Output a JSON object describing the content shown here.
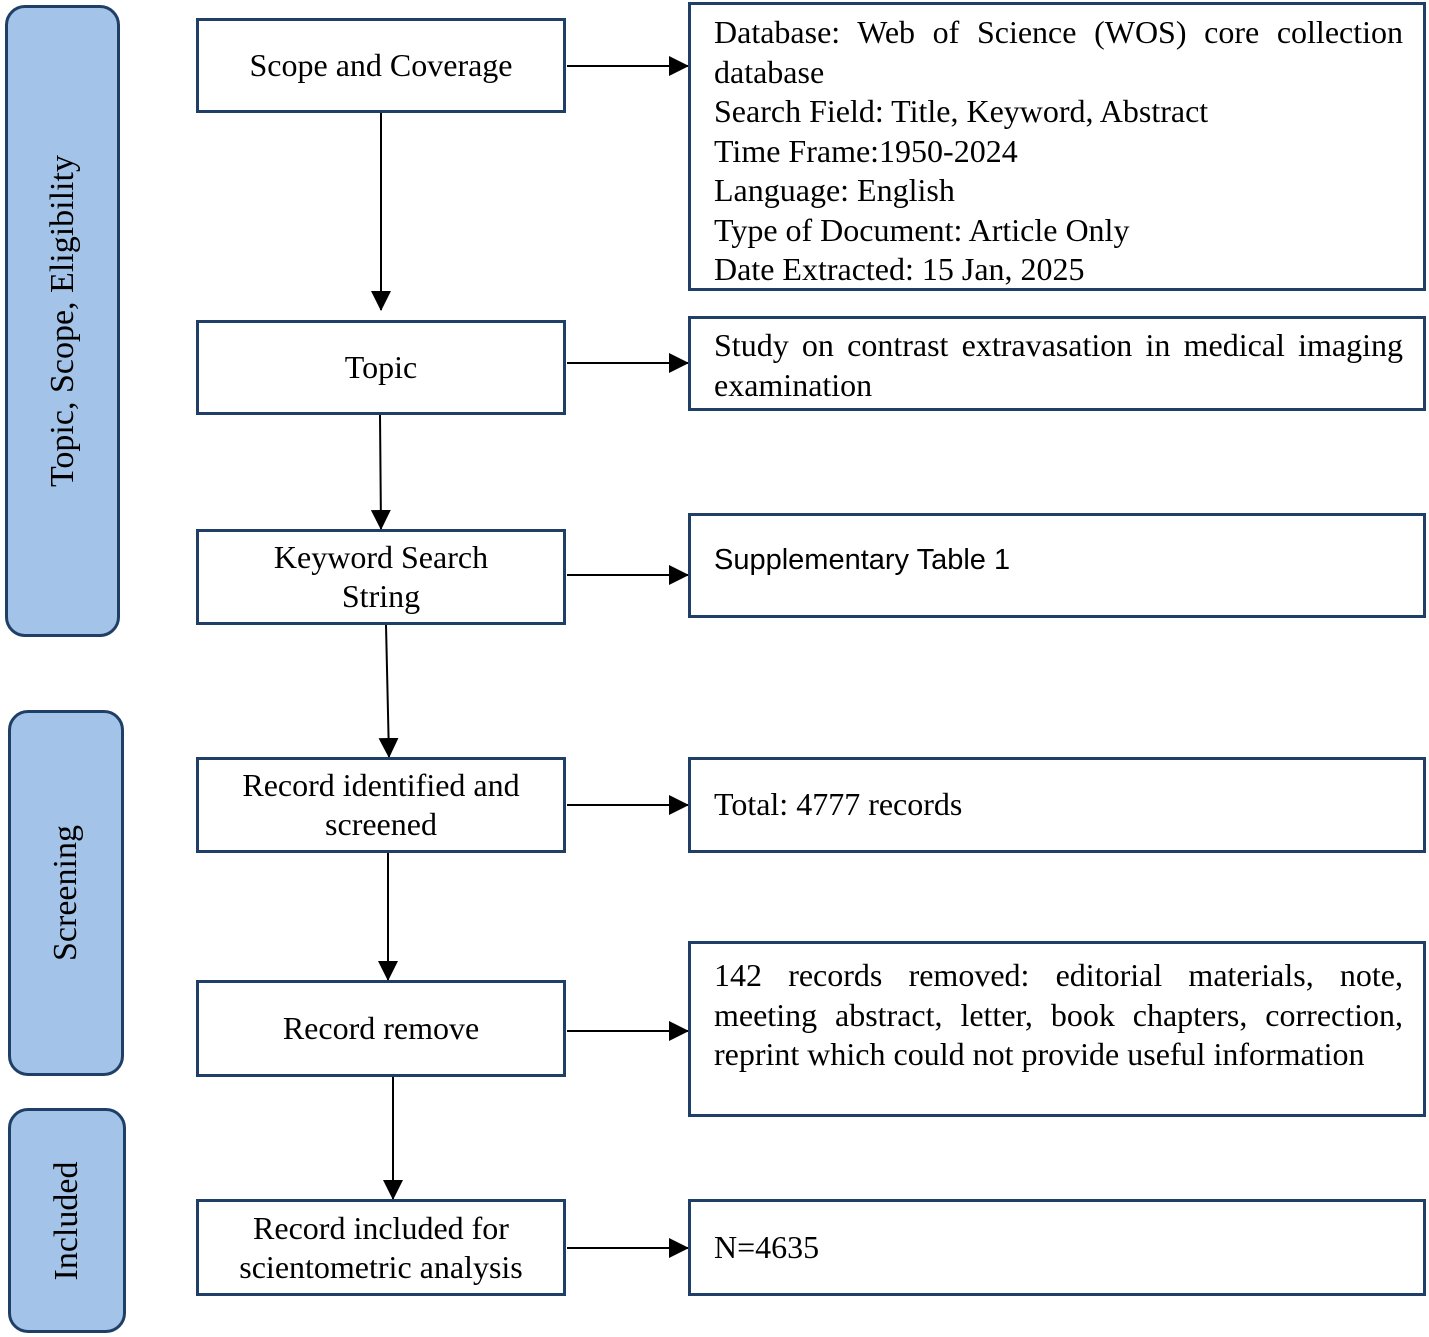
{
  "phases": {
    "topic_scope": "Topic, Scope, Eligibility",
    "screening": "Screening",
    "included": "Included"
  },
  "steps": {
    "scope": "Scope and Coverage",
    "topic": "Topic",
    "keyword_line1": "Keyword Search",
    "keyword_line2": "String",
    "identified_line1": "Record identified and",
    "identified_line2": "screened",
    "remove": "Record remove",
    "included_line1": "Record included for",
    "included_line2": "scientometric analysis"
  },
  "details": {
    "scope_lines": [
      "Database: Web of Science (WOS) core collection database",
      "Search Field: Title, Keyword, Abstract",
      "Time Frame:1950-2024",
      "Language: English",
      "Type of Document: Article Only",
      "Date Extracted: 15 Jan, 2025"
    ],
    "topic": "Study on contrast extravasation in medical imaging examination",
    "keyword": "Supplementary Table 1",
    "identified": "Total: 4777 records",
    "remove": "142 records removed: editorial materials, note, meeting abstract, letter, book chapters, correction, reprint which could not provide useful information",
    "included": "N=4635"
  },
  "colors": {
    "phase_fill": "#a3c4e8",
    "border": "#1f3f66",
    "arrow": "#000000"
  }
}
